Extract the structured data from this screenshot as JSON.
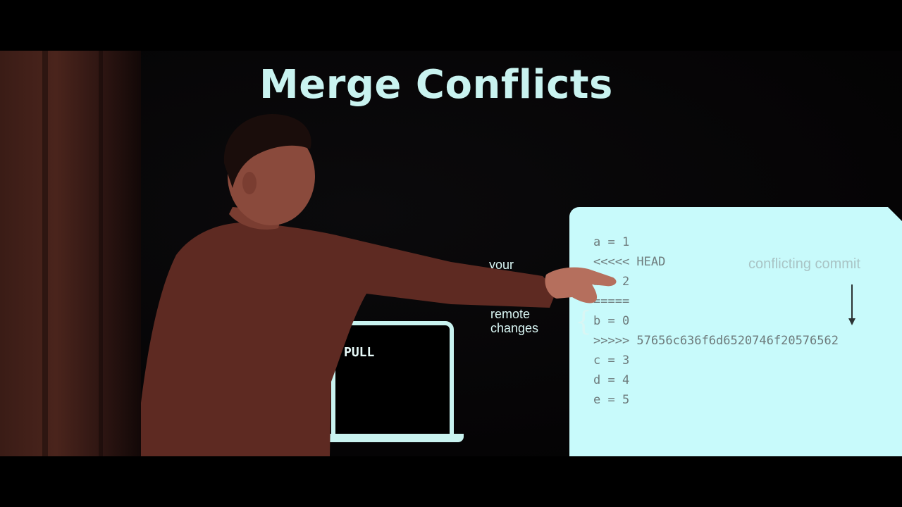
{
  "slide": {
    "title": "Merge Conflicts",
    "laptop_command": "PULL",
    "label_your": "your",
    "label_remote": "remote\nchanges",
    "annotation": "conflicting commit",
    "code_lines": [
      "a = 1",
      "<<<<< HEAD",
      "b = 2",
      "=====",
      "b = 0",
      ">>>>> 57656c636f6d6520746f20576562",
      "c = 3",
      "d = 4",
      "e = 5"
    ]
  },
  "colors": {
    "accent": "#c9f3f0",
    "document": "#c8fafb",
    "code_text": "#6d7a7b",
    "wall": "#4a241c",
    "sweater": "#5e2a22"
  },
  "icons": {
    "arrow": "arrow-down-icon",
    "brace": "curly-brace-icon"
  }
}
